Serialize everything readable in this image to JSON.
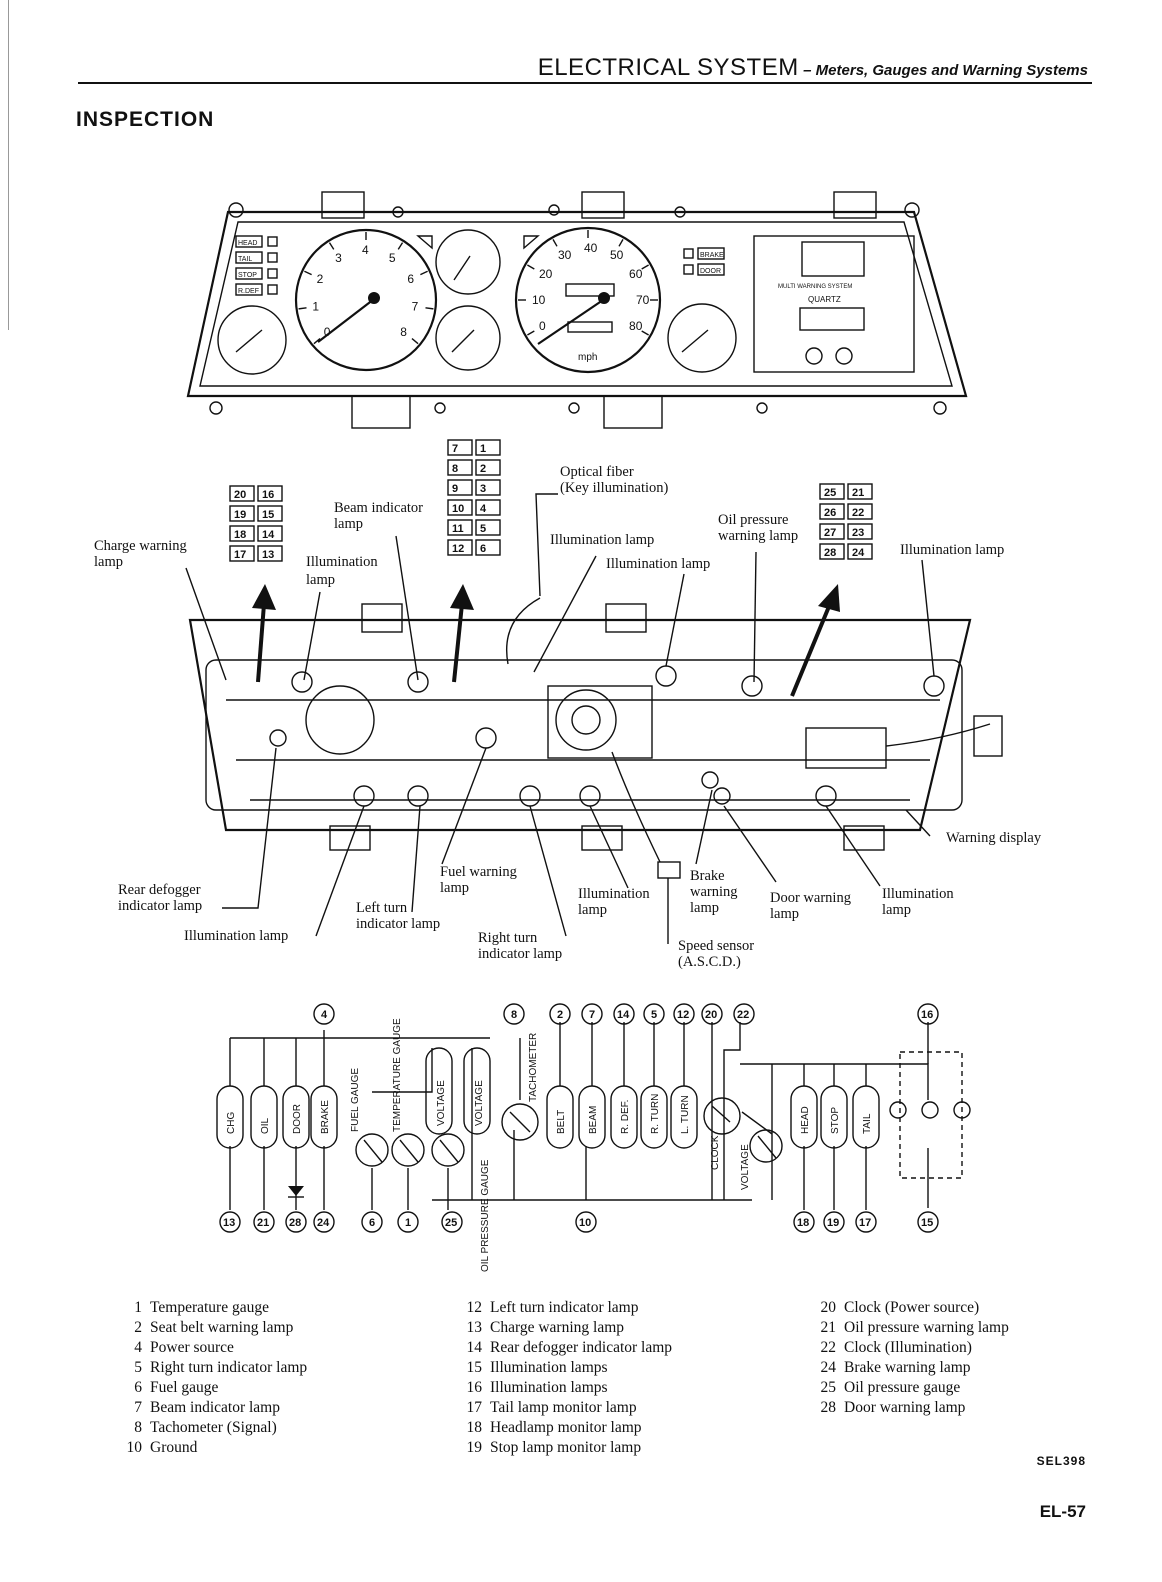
{
  "header": {
    "title": "ELECTRICAL SYSTEM",
    "subtitle": "– Meters, Gauges and Warning Systems"
  },
  "section": "INSPECTION",
  "panel": {
    "tach_ticks": [
      "0",
      "1",
      "2",
      "3",
      "4",
      "5",
      "6",
      "7",
      "8"
    ],
    "speed_ticks": [
      "0",
      "10",
      "20",
      "30",
      "40",
      "50",
      "60",
      "70",
      "80"
    ],
    "speed_unit": "mph",
    "warn_left": [
      "HEAD",
      "TAIL",
      "STOP",
      "R.DEF"
    ],
    "warn_right": [
      "BRAKE",
      "DOOR"
    ],
    "mws_line1": "MULTI WARNING SYSTEM",
    "mws_line2": "QUARTZ"
  },
  "connectors": {
    "left": [
      [
        "20",
        "16"
      ],
      [
        "19",
        "15"
      ],
      [
        "18",
        "14"
      ],
      [
        "17",
        "13"
      ]
    ],
    "middle": [
      [
        "7",
        "1"
      ],
      [
        "8",
        "2"
      ],
      [
        "9",
        "3"
      ],
      [
        "10",
        "4"
      ],
      [
        "11",
        "5"
      ],
      [
        "12",
        "6"
      ]
    ],
    "right": [
      [
        "25",
        "21"
      ],
      [
        "26",
        "22"
      ],
      [
        "27",
        "23"
      ],
      [
        "28",
        "24"
      ]
    ]
  },
  "callouts": {
    "charge_warning": [
      "Charge warning",
      "lamp"
    ],
    "beam_indicator": [
      "Beam indicator",
      "lamp"
    ],
    "illumination_left": [
      "Illumination",
      "lamp"
    ],
    "optical_fiber": [
      "Optical fiber",
      "(Key illumination)"
    ],
    "illumination_mid": "Illumination lamp",
    "illumination_mid2": "Illumination lamp",
    "oil_pressure": [
      "Oil pressure",
      "warning lamp"
    ],
    "illumination_right": "Illumination lamp",
    "warning_display": "Warning display",
    "rear_defogger": [
      "Rear defogger",
      "indicator lamp"
    ],
    "illumination_bottom_left": "Illumination lamp",
    "left_turn": [
      "Left turn",
      "indicator lamp"
    ],
    "fuel_warning": [
      "Fuel warning",
      "lamp"
    ],
    "right_turn": [
      "Right turn",
      "indicator lamp"
    ],
    "illumination_bottom_mid": [
      "Illumination",
      "lamp"
    ],
    "brake_warning": [
      "Brake",
      "warning",
      "lamp"
    ],
    "speed_sensor": [
      "Speed sensor",
      "(A.S.C.D.)"
    ],
    "door_warning": [
      "Door warning",
      "lamp"
    ],
    "illumination_bottom_right": [
      "Illumination",
      "lamp"
    ]
  },
  "schematic": {
    "top_pins": [
      "4",
      "8",
      "2",
      "7",
      "14",
      "5",
      "12",
      "20",
      "22",
      "16"
    ],
    "bottom_pins": [
      "13",
      "21",
      "28",
      "24",
      "6",
      "1",
      "25",
      "10",
      "18",
      "19",
      "17",
      "15"
    ],
    "lamps": [
      "CHG",
      "OIL",
      "DOOR",
      "BRAKE",
      "BELT",
      "BEAM",
      "R. DEF.",
      "R. TURN",
      "L. TURN",
      "HEAD",
      "STOP",
      "TAIL"
    ],
    "gauges": [
      "FUEL GAUGE",
      "TEMPERATURE GAUGE",
      "VOLTAGE",
      "VOLTAGE",
      "OIL PRESSURE GAUGE",
      "TACHOMETER",
      "CLOCK",
      "VOLTAGE"
    ]
  },
  "legend_col1": [
    {
      "n": "1",
      "t": "Temperature gauge"
    },
    {
      "n": "2",
      "t": "Seat belt warning lamp"
    },
    {
      "n": "4",
      "t": "Power source"
    },
    {
      "n": "5",
      "t": "Right turn indicator lamp"
    },
    {
      "n": "6",
      "t": "Fuel gauge"
    },
    {
      "n": "7",
      "t": "Beam indicator lamp"
    },
    {
      "n": "8",
      "t": "Tachometer (Signal)"
    },
    {
      "n": "10",
      "t": "Ground"
    }
  ],
  "legend_col2": [
    {
      "n": "12",
      "t": "Left turn indicator lamp"
    },
    {
      "n": "13",
      "t": "Charge warning lamp"
    },
    {
      "n": "14",
      "t": "Rear defogger indicator lamp"
    },
    {
      "n": "15",
      "t": "Illumination lamps"
    },
    {
      "n": "16",
      "t": "Illumination lamps"
    },
    {
      "n": "17",
      "t": "Tail lamp monitor lamp"
    },
    {
      "n": "18",
      "t": "Headlamp monitor lamp"
    },
    {
      "n": "19",
      "t": "Stop lamp monitor lamp"
    }
  ],
  "legend_col3": [
    {
      "n": "20",
      "t": "Clock (Power source)"
    },
    {
      "n": "21",
      "t": "Oil pressure warning lamp"
    },
    {
      "n": "22",
      "t": "Clock (Illumination)"
    },
    {
      "n": "24",
      "t": "Brake warning lamp"
    },
    {
      "n": "25",
      "t": "Oil pressure gauge"
    },
    {
      "n": "28",
      "t": "Door warning lamp"
    }
  ],
  "figure_code": "SEL398",
  "page_number": "EL-57"
}
